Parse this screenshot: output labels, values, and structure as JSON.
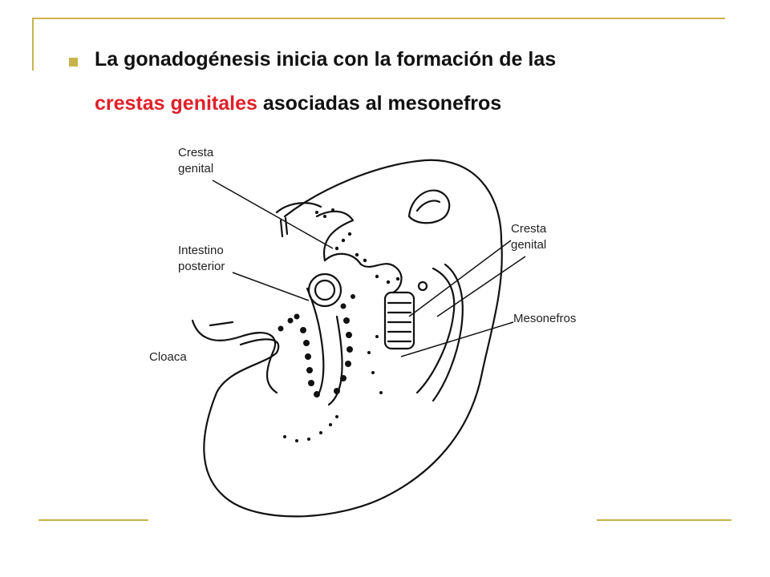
{
  "slide": {
    "line1": "La gonadogénesis inicia con la formación de las",
    "line2_highlight": "crestas genitales",
    "line2_rest": " asociadas al mesonefros",
    "colors": {
      "accent": "#c8b44a",
      "highlight": "#e0202a",
      "text": "#111111"
    }
  },
  "diagram": {
    "label_cresta_left_1": "Cresta",
    "label_cresta_left_2": "genital",
    "label_intestino_1": "Intestino",
    "label_intestino_2": "posterior",
    "label_cloaca": "Cloaca",
    "label_cresta_right_1": "Cresta",
    "label_cresta_right_2": "genital",
    "label_mesonefros": "Mesonefros"
  }
}
